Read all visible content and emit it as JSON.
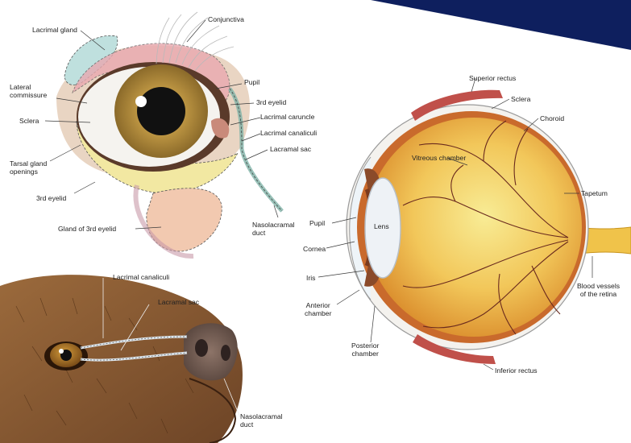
{
  "colors": {
    "banner": "#0e1f5e",
    "iris": "#c9a24a",
    "globe": "#e7b14a",
    "vitreous": "#f6e27a",
    "fur": "#8a5a32",
    "leader": "#3a3a3a"
  },
  "topleft": {
    "conjunctiva": "Conjunctiva",
    "lacrimal_gland": "Lacrimal gland",
    "pupil": "Pupil",
    "lateral_commissure": "Lateral\ncommissure",
    "third_eyelid_r": "3rd eyelid",
    "lacrimal_caruncle": "Lacrimal caruncle",
    "sclera": "Sclera",
    "lacrimal_canaliculi": "Lacrimal canaliculi",
    "lacramal_sac": "Lacramal sac",
    "tarsal_gland": "Tarsal gland\nopenings",
    "third_eyelid_l": "3rd eyelid",
    "nasolacramal_duct": "Nasolacramal\nduct",
    "gland_third_eyelid": "Gland of 3rd eyelid"
  },
  "right": {
    "superior_rectus": "Superior rectus",
    "sclera": "Sclera",
    "choroid": "Choroid",
    "vitreous_chamber": "Vitreous chamber",
    "tapetum": "Tapetum",
    "pupil": "Pupil",
    "lens": "Lens",
    "cornea": "Cornea",
    "iris": "Iris",
    "anterior_chamber": "Anterior\nchamber",
    "posterior_chamber": "Posterior\nchamber",
    "blood_vessels": "Blood vessels\nof the retina",
    "inferior_rectus": "Inferior rectus"
  },
  "bottomleft": {
    "lacrimal_canaliculi": "Lacrimal canaliculi",
    "lacramal_sac": "Lacramal sac",
    "nasolacramal_duct": "Nasolacramal\nduct"
  }
}
